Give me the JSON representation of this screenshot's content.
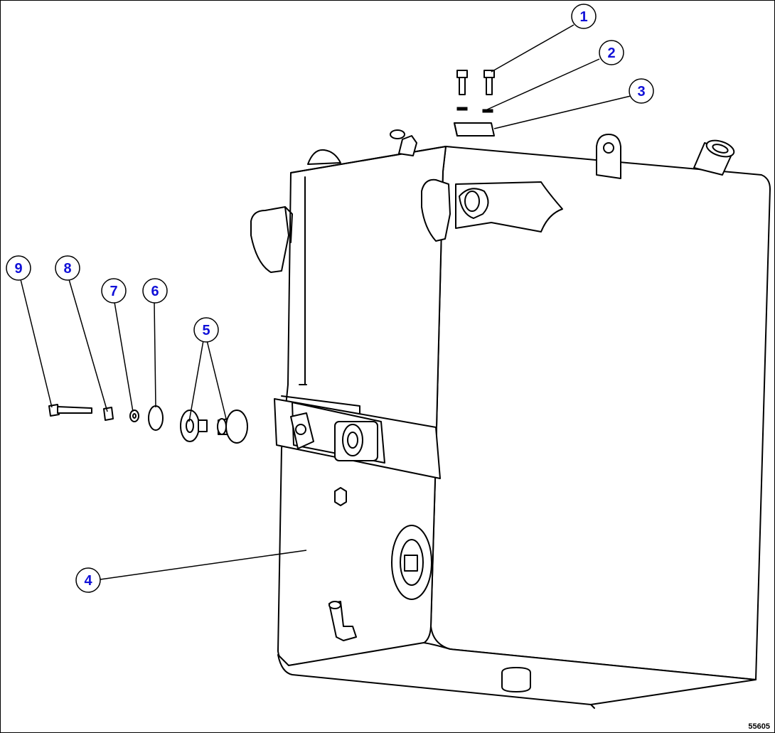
{
  "figure": {
    "id_label": "55605",
    "accent_color": "#1010d8"
  },
  "callouts": [
    {
      "id": "1",
      "label": "1"
    },
    {
      "id": "2",
      "label": "2"
    },
    {
      "id": "3",
      "label": "3"
    },
    {
      "id": "4",
      "label": "4"
    },
    {
      "id": "5",
      "label": "5"
    },
    {
      "id": "6",
      "label": "6"
    },
    {
      "id": "7",
      "label": "7"
    },
    {
      "id": "8",
      "label": "8"
    },
    {
      "id": "9",
      "label": "9"
    }
  ]
}
